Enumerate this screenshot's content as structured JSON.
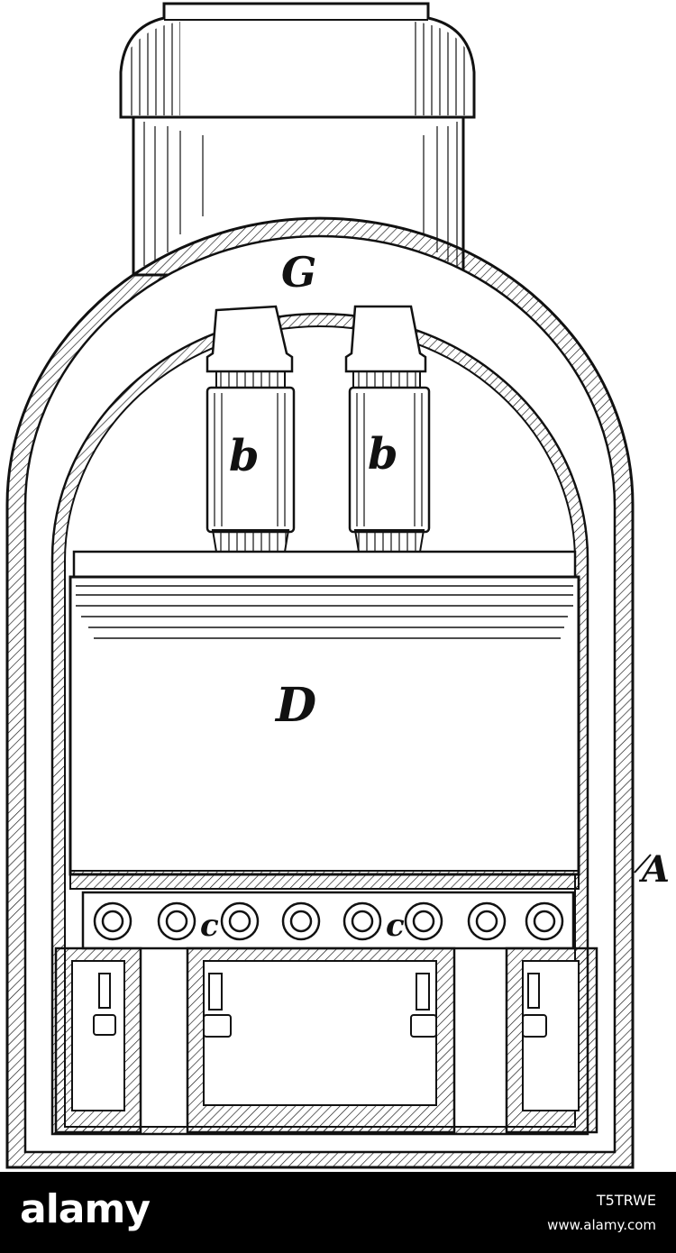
{
  "diagram": {
    "labels": {
      "chimney_cap": "G",
      "left_burner": "b",
      "right_burner": "b",
      "chamber": "D",
      "tubes_left": "c",
      "tubes_right": "c",
      "casing": "A"
    },
    "colors": {
      "ink": "#111111",
      "paper": "#ffffff"
    }
  },
  "watermark": {
    "logo": "alamy",
    "image_id": "T5TRWE",
    "url": "www.alamy.com",
    "colors": {
      "bar": "#000000",
      "text": "#ffffff"
    }
  }
}
